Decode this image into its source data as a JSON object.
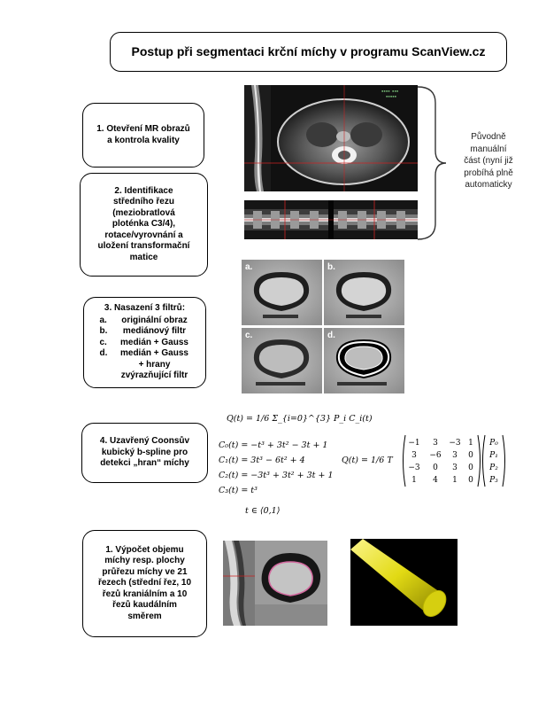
{
  "title": "Postup při segmentaci krční míchy v programu ScanView.cz",
  "steps": {
    "s1": {
      "lines": [
        "1. Otevření MR obrazů",
        "a kontrola  kvality"
      ]
    },
    "s2": {
      "lines": [
        "2. Identifikace",
        "středního řezu",
        "(meziobratlová",
        "ploténka C3/4),",
        "rotace/vyrovnání  a",
        "uložení transformační",
        "matice"
      ]
    },
    "s3": {
      "heading": "3. Nasazení 3 filtrů:",
      "items": [
        {
          "label": "a.",
          "text": "originální obraz"
        },
        {
          "label": "b.",
          "text": "mediánový filtr"
        },
        {
          "label": "c.",
          "text": "medián + Gauss"
        },
        {
          "label": "d.",
          "text": "medián + Gauss + hrany zvýrazňující filtr"
        }
      ]
    },
    "s4": {
      "lines": [
        "4. Uzavřený Coonsův",
        "kubický b-spline pro",
        "detekci „hran“ míchy"
      ]
    },
    "s5": {
      "lines": [
        "1.  Výpočet objemu",
        "míchy resp. plochy",
        "průřezu  míchy ve 21",
        "řezech (střední řez, 10",
        "řezů kraniálním a 10",
        "řezů kaudálním",
        "směrem"
      ]
    }
  },
  "side_note": [
    "Původně",
    "manuální",
    "část (nyní již",
    "probíhá plně",
    "automaticky"
  ],
  "filter_panels": [
    "a.",
    "b.",
    "c.",
    "d."
  ],
  "formulas": {
    "q": "Q(t) = 1/6 Σ_{i=0}^{3} P_i C_i(t)",
    "c0": "C₀(t) = −t³ + 3t² − 3t + 1",
    "c1": "C₁(t) = 3t³ − 6t² + 4",
    "c2": "C₂(t) = −3t³ + 3t² + 3t + 1",
    "c3": "C₃(t) = t³",
    "domain": "t ∈ ⟨0,1⟩",
    "matrix_lhs": "Q(t) = 1/6 T",
    "matrix": [
      [
        "−1",
        "3",
        "−3",
        "1"
      ],
      [
        "3",
        "−6",
        "3",
        "0"
      ],
      [
        "−3",
        "0",
        "3",
        "0"
      ],
      [
        "1",
        "4",
        "1",
        "0"
      ]
    ],
    "vector": [
      "P₀",
      "P₁",
      "P₂",
      "P₃"
    ]
  },
  "colors": {
    "mri_bg": "#111111",
    "spline": "#d46aa0",
    "rod": "#e8e21a",
    "crosshair": "#cc2222"
  }
}
